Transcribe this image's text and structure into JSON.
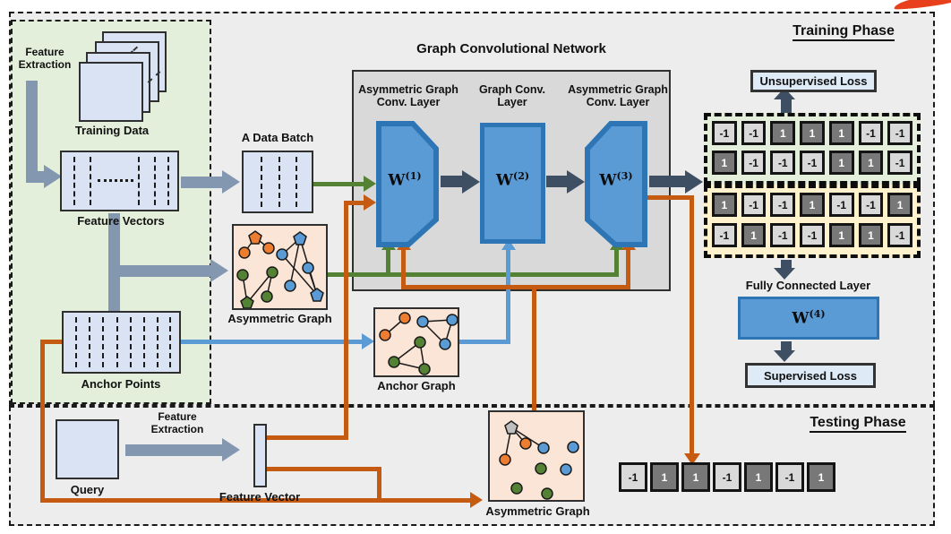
{
  "header": {
    "training_phase": "Training Phase",
    "testing_phase": "Testing Phase"
  },
  "left_panel": {
    "feature_extraction": "Feature Extraction",
    "training_data": "Training Data",
    "feature_vectors": "Feature Vectors",
    "anchor_points": "Anchor Points"
  },
  "middle": {
    "a_data_batch": "A Data Batch",
    "asymmetric_graph": "Asymmetric Graph",
    "anchor_graph": "Anchor Graph"
  },
  "gcn": {
    "title": "Graph Convolutional Network",
    "layer1_name": "Asymmetric Graph Conv. Layer",
    "layer2_name": "Graph Conv. Layer",
    "layer3_name": "Asymmetric Graph Conv. Layer",
    "w1": "W",
    "w1_sup": "(1)",
    "w2": "W",
    "w2_sup": "(2)",
    "w3": "W",
    "w3_sup": "(3)"
  },
  "right": {
    "unsupervised_loss": "Unsupervised Loss",
    "fully_connected_layer": "Fully Connected Layer",
    "w4": "W",
    "w4_sup": "(4)",
    "supervised_loss": "Supervised Loss",
    "binary_matrix_top": {
      "rows": [
        [
          "-1",
          "-1",
          "1",
          "1",
          "1",
          "-1",
          "-1"
        ],
        [
          "1",
          "-1",
          "-1",
          "-1",
          "1",
          "1",
          "-1"
        ]
      ]
    },
    "binary_matrix_bottom": {
      "rows": [
        [
          "1",
          "-1",
          "-1",
          "1",
          "-1",
          "-1",
          "1"
        ],
        [
          "-1",
          "1",
          "-1",
          "-1",
          "1",
          "1",
          "-1"
        ]
      ]
    }
  },
  "testing": {
    "query": "Query",
    "feature_extraction": "Feature Extraction",
    "feature_vector": "Feature Vector",
    "asymmetric_graph": "Asymmetric Graph",
    "hash_code": [
      "-1",
      "1",
      "1",
      "-1",
      "1",
      "-1",
      "1"
    ]
  },
  "colors": {
    "green_line": "#548235",
    "orange_line": "#C55A11",
    "blue_line": "#5B9BD5",
    "navy_arrow": "#3F4F63",
    "gray_arrow": "#8497B0",
    "panel_green": "#E3EFDA",
    "graph_peach": "#FBE5D6",
    "data_blue": "#DAE3F3",
    "matrix_green_bg": "#E3EFDA",
    "matrix_yellow_bg": "#FFF2CC",
    "cell_dark": "#787878",
    "cell_light": "#D9D9D9",
    "conv_fill": "#5B9BD5",
    "conv_border": "#2E75B6"
  }
}
